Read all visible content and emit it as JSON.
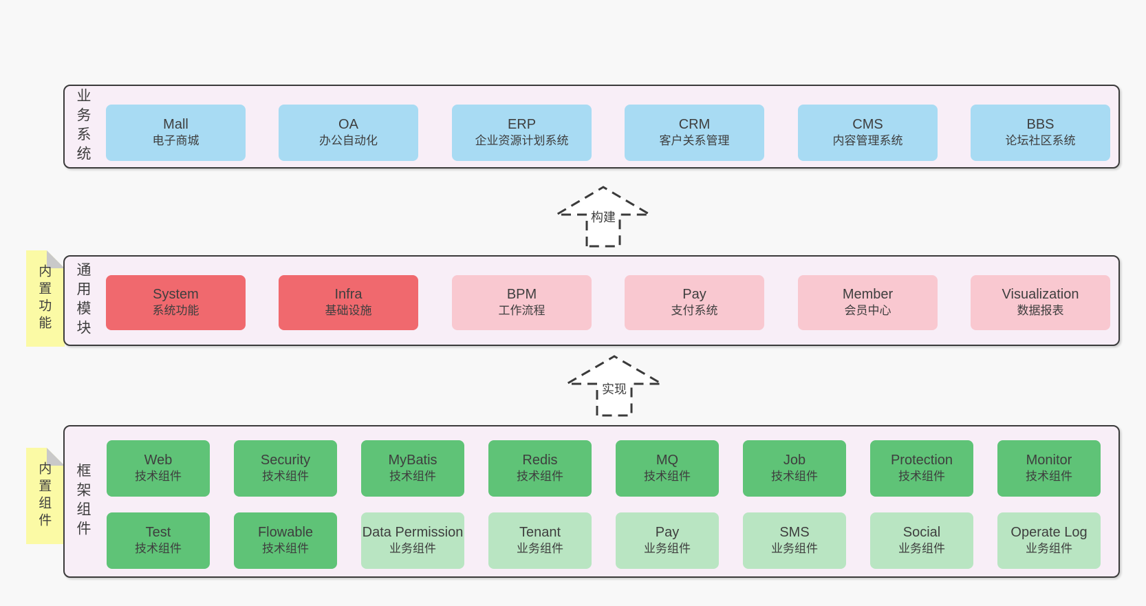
{
  "colors": {
    "page_bg": "#f8f8f8",
    "band_bg": "#f8eef7",
    "band_border": "#3a3a3a",
    "box_blue": "#a8dbf3",
    "box_red": "#f0696e",
    "box_pink": "#f9c8d0",
    "box_green_dark": "#5fc377",
    "box_green_light": "#b9e5c2",
    "note_yellow": "#fbfaa5",
    "note_fold_gray": "#c9c9c9",
    "text": "#3e3e3e"
  },
  "bands": [
    {
      "label": "业务系统",
      "boxes": [
        {
          "en": "Mall",
          "zh": "电子商城"
        },
        {
          "en": "OA",
          "zh": "办公自动化"
        },
        {
          "en": "ERP",
          "zh": "企业资源计划系统"
        },
        {
          "en": "CRM",
          "zh": "客户关系管理"
        },
        {
          "en": "CMS",
          "zh": "内容管理系统"
        },
        {
          "en": "BBS",
          "zh": "论坛社区系统"
        }
      ]
    },
    {
      "label": "通用模块",
      "note": "内置功能",
      "boxes": [
        {
          "en": "System",
          "zh": "系统功能"
        },
        {
          "en": "Infra",
          "zh": "基础设施"
        },
        {
          "en": "BPM",
          "zh": "工作流程"
        },
        {
          "en": "Pay",
          "zh": "支付系统"
        },
        {
          "en": "Member",
          "zh": "会员中心"
        },
        {
          "en": "Visualization",
          "zh": "数据报表"
        }
      ]
    },
    {
      "label": "框架组件",
      "note": "内置组件",
      "rows": [
        [
          {
            "en": "Web",
            "zh": "技术组件"
          },
          {
            "en": "Security",
            "zh": "技术组件"
          },
          {
            "en": "MyBatis",
            "zh": "技术组件"
          },
          {
            "en": "Redis",
            "zh": "技术组件"
          },
          {
            "en": "MQ",
            "zh": "技术组件"
          },
          {
            "en": "Job",
            "zh": "技术组件"
          },
          {
            "en": "Protection",
            "zh": "技术组件"
          },
          {
            "en": "Monitor",
            "zh": "技术组件"
          }
        ],
        [
          {
            "en": "Test",
            "zh": "技术组件"
          },
          {
            "en": "Flowable",
            "zh": "技术组件"
          },
          {
            "en": "Data Permission",
            "zh": "业务组件"
          },
          {
            "en": "Tenant",
            "zh": "业务组件"
          },
          {
            "en": "Pay",
            "zh": "业务组件"
          },
          {
            "en": "SMS",
            "zh": "业务组件"
          },
          {
            "en": "Social",
            "zh": "业务组件"
          },
          {
            "en": "Operate Log",
            "zh": "业务组件"
          }
        ]
      ]
    }
  ],
  "arrows": [
    {
      "label": "构建"
    },
    {
      "label": "实现"
    }
  ]
}
